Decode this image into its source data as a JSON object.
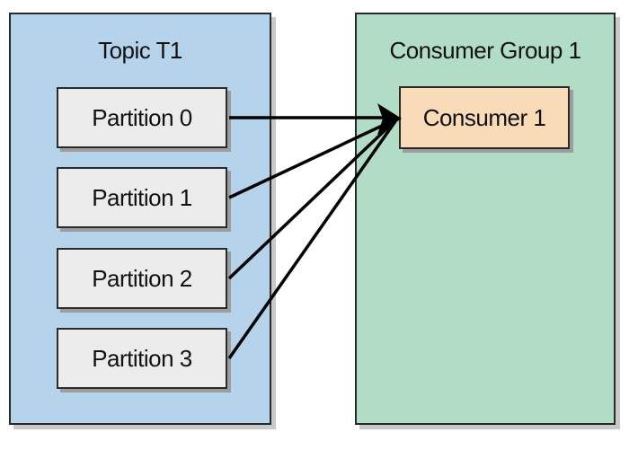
{
  "topic": {
    "title": "Topic T1",
    "partitions": [
      "Partition 0",
      "Partition 1",
      "Partition 2",
      "Partition 3"
    ]
  },
  "consumer_group": {
    "title": "Consumer Group 1",
    "consumers": [
      "Consumer 1"
    ]
  },
  "colors": {
    "topic_bg": "#b5d3ea",
    "group_bg": "#b1dcc6",
    "partition_bg": "#ececec",
    "consumer_bg": "#fadbb8",
    "border": "#2a2a2a",
    "arrow": "#000000"
  }
}
